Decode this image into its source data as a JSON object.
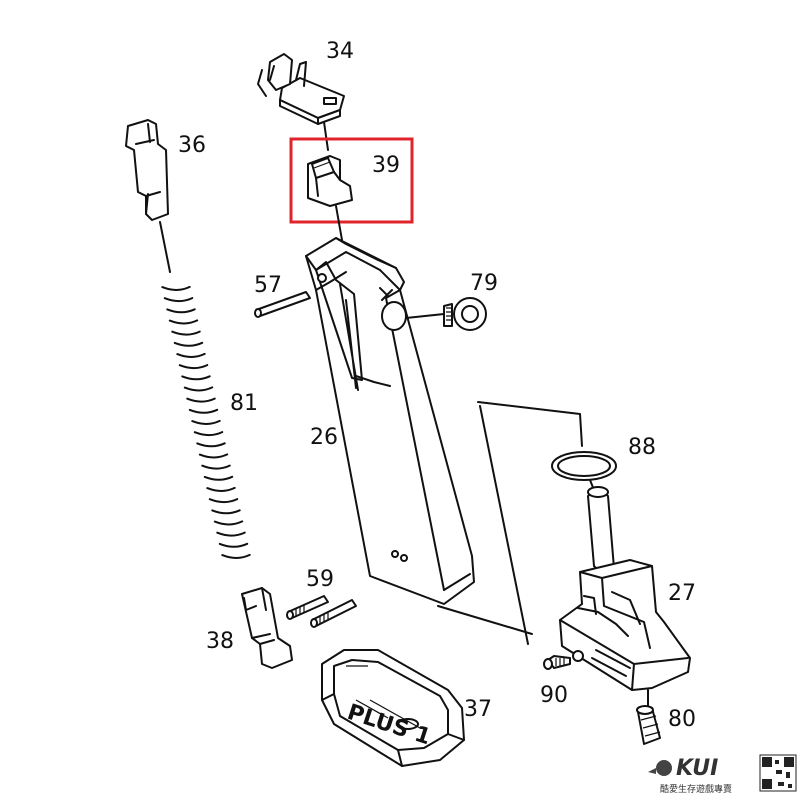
{
  "labels": {
    "p34": "34",
    "p36": "36",
    "p39": "39",
    "p57": "57",
    "p79": "79",
    "p81": "81",
    "p26": "26",
    "p88": "88",
    "p27": "27",
    "p59": "59",
    "p38": "38",
    "p37": "37",
    "p90": "90",
    "p80": "80"
  },
  "baseplate_marking": "PLUS 1",
  "highlight": {
    "part": "39",
    "color": "#e0242b"
  },
  "watermark": {
    "brand": "KUI",
    "slogan": "酷愛生存遊戲專賣"
  }
}
